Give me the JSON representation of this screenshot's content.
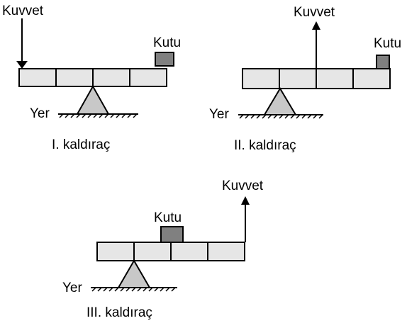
{
  "levers": [
    {
      "caption": "I. kaldıraç",
      "force_label": "Kuvvet",
      "force_direction": "down",
      "box_label": "Kutu",
      "ground_label": "Yer"
    },
    {
      "caption": "II. kaldıraç",
      "force_label": "Kuvvet",
      "force_direction": "up",
      "box_label": "Kutu",
      "ground_label": "Yer"
    },
    {
      "caption": "III. kaldıraç",
      "force_label": "Kuvvet",
      "force_direction": "up",
      "box_label": "Kutu",
      "ground_label": "Yer"
    }
  ],
  "colors": {
    "beam_fill": "#e6e6e6",
    "box_fill": "#808080",
    "fulcrum_fill": "#c8c8c8",
    "stroke": "#000000",
    "background": "#ffffff"
  }
}
